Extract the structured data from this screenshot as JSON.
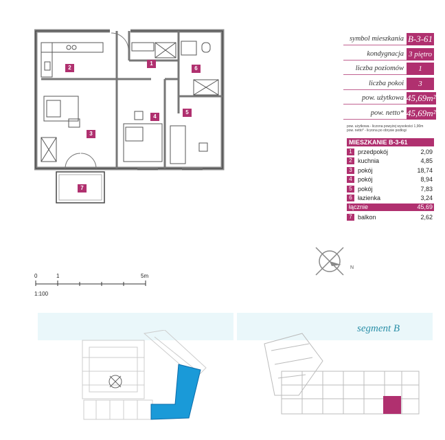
{
  "info": [
    {
      "label": "symbol mieszkania",
      "value": "B-3-61",
      "big": true
    },
    {
      "label": "kondygnacja",
      "value": "3 piętro",
      "big": false
    },
    {
      "label": "liczba poziomów",
      "value": "1",
      "big": false
    },
    {
      "label": "liczba pokoi",
      "value": "3",
      "big": false
    },
    {
      "label": "pow. użytkowa",
      "value": "45,69m²",
      "big": true
    },
    {
      "label": "pow. netto*",
      "value": "45,69m²",
      "big": true
    }
  ],
  "notes": [
    "pow. użytkowa - liczona powyżej wysokości 1,90m",
    "pow. netto* - liczona po obrysie podłogi"
  ],
  "rooms_title": "MIESZKANIE B-3-61",
  "rooms": [
    {
      "num": "1",
      "name": "przedpokój",
      "area": "2,09"
    },
    {
      "num": "2",
      "name": "kuchnia",
      "area": "4,85"
    },
    {
      "num": "3",
      "name": "pokój",
      "area": "18,74"
    },
    {
      "num": "4",
      "name": "pokój",
      "area": "8,94"
    },
    {
      "num": "5",
      "name": "pokój",
      "area": "7,83"
    },
    {
      "num": "6",
      "name": "łazienka",
      "area": "3,24"
    }
  ],
  "total": {
    "name": "łącznie",
    "area": "45,69"
  },
  "balcony": {
    "num": "7",
    "name": "balkon",
    "area": "2,62"
  },
  "compass": {
    "letter": "N"
  },
  "scale": {
    "tick0": "0",
    "tick1": "1",
    "tick5": "5m",
    "ratio": "1:100"
  },
  "segment_label": "segment B",
  "colors": {
    "accent": "#b0306f",
    "highlight_blue": "#1a9ad8",
    "panel_bg": "#eaf7fa"
  }
}
